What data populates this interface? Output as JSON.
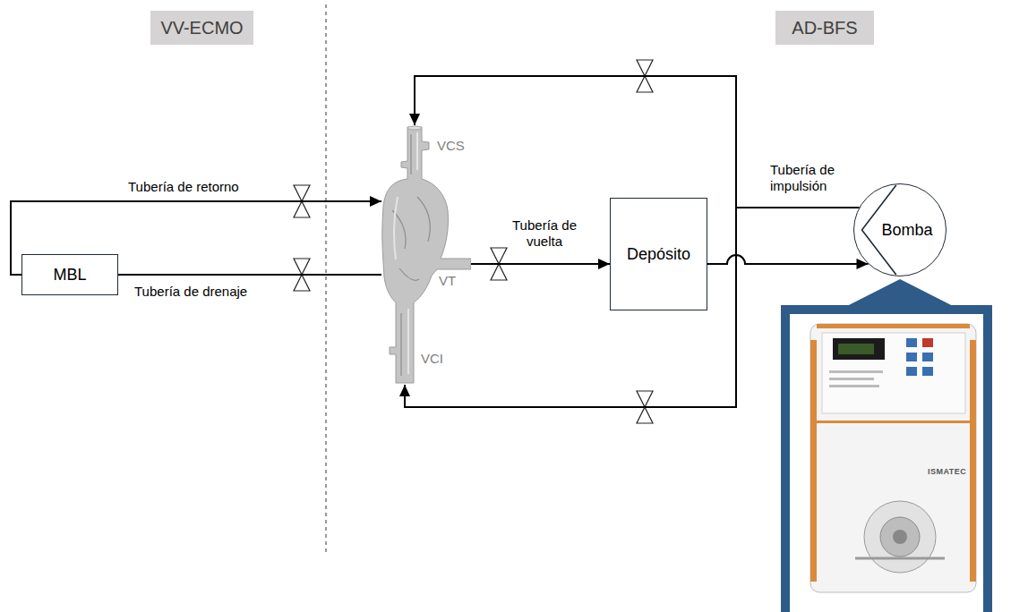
{
  "diagram": {
    "nodes": [
      {
        "text": [
          "VV-ECMO"
        ]
      },
      {
        "text": [
          "AD-BFS"
        ]
      },
      {
        "text": [
          "MBL"
        ]
      },
      {
        "text": [
          "VCS",
          "VT",
          "VCI"
        ]
      },
      {
        "text": [
          "Depósito"
        ]
      },
      {
        "text": [
          "Bomba"
        ]
      }
    ],
    "edges": [
      {
        "from": 2,
        "to": 3,
        "arrow": "to",
        "label": "Tubería de retorno"
      },
      {
        "from": 3,
        "to": 2,
        "arrow": "none",
        "label": "Tubería de drenaje"
      },
      {
        "from": 3,
        "to": 4,
        "arrow": "to",
        "label": "Tubería de vuelta"
      },
      {
        "from": 4,
        "to": 5,
        "arrow": "to"
      },
      {
        "from": 5,
        "to": 3,
        "arrow": "to",
        "label": "Tubería de impulsión"
      },
      {
        "from": 5,
        "to": 3,
        "arrow": "to"
      }
    ],
    "labels": [
      "ISMATEC"
    ]
  }
}
